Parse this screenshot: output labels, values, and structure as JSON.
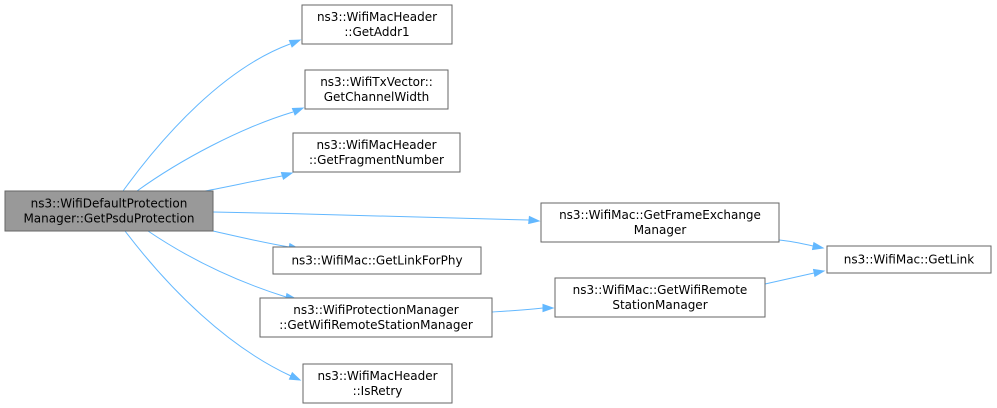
{
  "diagram": {
    "nodes": [
      {
        "id": "root",
        "lines": [
          "ns3::WifiDefaultProtection",
          "Manager::GetPsduProtection"
        ],
        "root": true
      },
      {
        "id": "getaddr1",
        "lines": [
          "ns3::WifiMacHeader",
          "::GetAddr1"
        ]
      },
      {
        "id": "getchannelwidth",
        "lines": [
          "ns3::WifiTxVector::",
          "GetChannelWidth"
        ]
      },
      {
        "id": "getfragmentnumber",
        "lines": [
          "ns3::WifiMacHeader",
          "::GetFragmentNumber"
        ]
      },
      {
        "id": "getframeexchangemanager",
        "lines": [
          "ns3::WifiMac::GetFrameExchange",
          "Manager"
        ]
      },
      {
        "id": "getlinkforphy",
        "lines": [
          "ns3::WifiMac::GetLinkForPhy"
        ]
      },
      {
        "id": "getwifiremotestationmanager-prot",
        "lines": [
          "ns3::WifiProtectionManager",
          "::GetWifiRemoteStationManager"
        ]
      },
      {
        "id": "getwifiremotestationmanager-mac",
        "lines": [
          "ns3::WifiMac::GetWifiRemote",
          "StationManager"
        ]
      },
      {
        "id": "getlink",
        "lines": [
          "ns3::WifiMac::GetLink"
        ]
      },
      {
        "id": "isretry",
        "lines": [
          "ns3::WifiMacHeader",
          "::IsRetry"
        ]
      }
    ],
    "edges": [
      {
        "from": "root",
        "to": "getaddr1"
      },
      {
        "from": "root",
        "to": "getchannelwidth"
      },
      {
        "from": "root",
        "to": "getfragmentnumber"
      },
      {
        "from": "root",
        "to": "getframeexchangemanager"
      },
      {
        "from": "root",
        "to": "getlinkforphy"
      },
      {
        "from": "root",
        "to": "getwifiremotestationmanager-prot"
      },
      {
        "from": "root",
        "to": "isretry"
      },
      {
        "from": "getframeexchangemanager",
        "to": "getlink"
      },
      {
        "from": "getwifiremotestationmanager-prot",
        "to": "getwifiremotestationmanager-mac"
      },
      {
        "from": "getwifiremotestationmanager-mac",
        "to": "getlink"
      }
    ]
  }
}
